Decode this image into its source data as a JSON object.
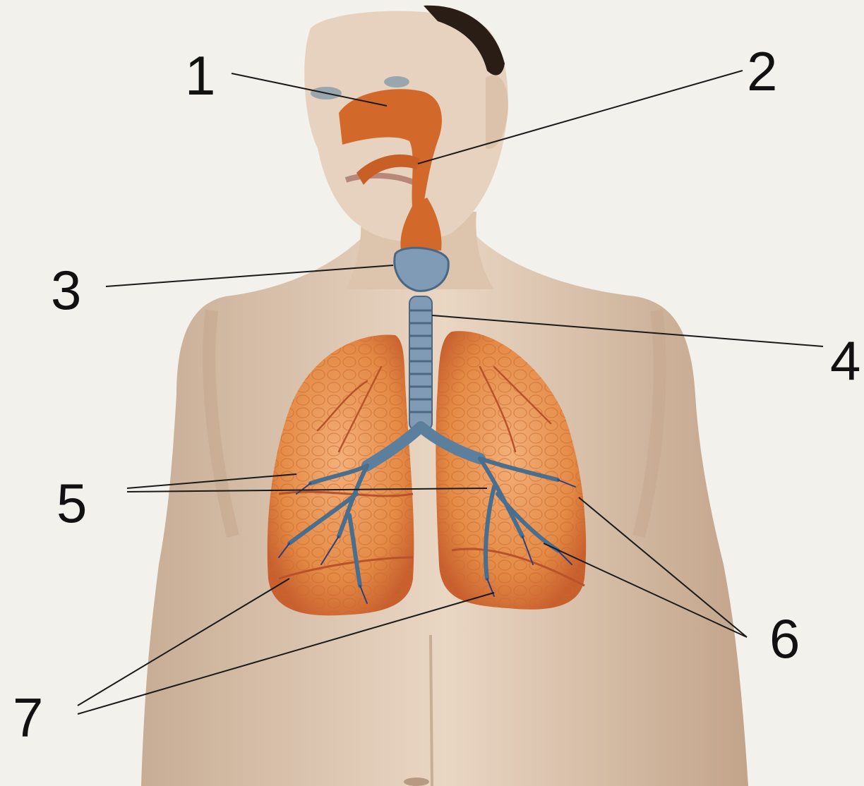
{
  "colors": {
    "background": "#f2f1ec",
    "skin": "#e3cdb8",
    "skin_shadow": "#c9ab91",
    "hair": "#2a1d15",
    "airway": "#d2692a",
    "lung": "#e48a45",
    "lung_dark": "#b8522a",
    "bronchi": "#5d7f9e",
    "trachea": "#7f9bb5",
    "leader_line": "#1a1a1a"
  },
  "labels": [
    {
      "id": "1",
      "text": "1"
    },
    {
      "id": "2",
      "text": "2"
    },
    {
      "id": "3",
      "text": "3"
    },
    {
      "id": "4",
      "text": "4"
    },
    {
      "id": "5",
      "text": "5"
    },
    {
      "id": "6",
      "text": "6"
    },
    {
      "id": "7",
      "text": "7"
    }
  ]
}
